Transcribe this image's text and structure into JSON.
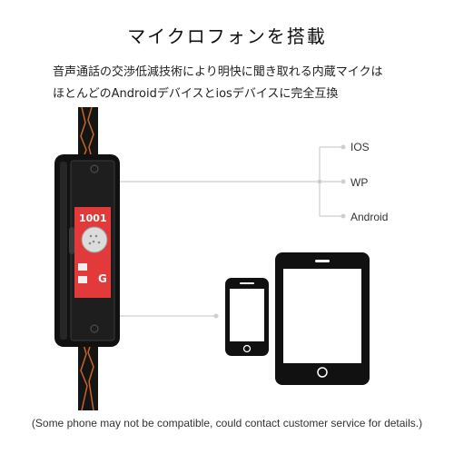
{
  "header": {
    "title": "マイクロフォンを搭載"
  },
  "description": {
    "line1": "音声通話の交渉低減技術により明快に聞き取れる内蔵マイクは",
    "line2": "ほとんどのAndroidデバイスとiosデバイスに完全互換"
  },
  "compatibility": {
    "os_list": [
      "IOS",
      "WP",
      "Android"
    ]
  },
  "mic_module": {
    "chip_label": "1001",
    "marking": "G"
  },
  "footer": {
    "note": "(Some phone may not be compatible, could contact customer service for details.)"
  },
  "colors": {
    "pcb_red": "#e23a3a",
    "cable_orange": "#c8642a",
    "device_black": "#111111",
    "line_gray": "#cfcfcf"
  }
}
